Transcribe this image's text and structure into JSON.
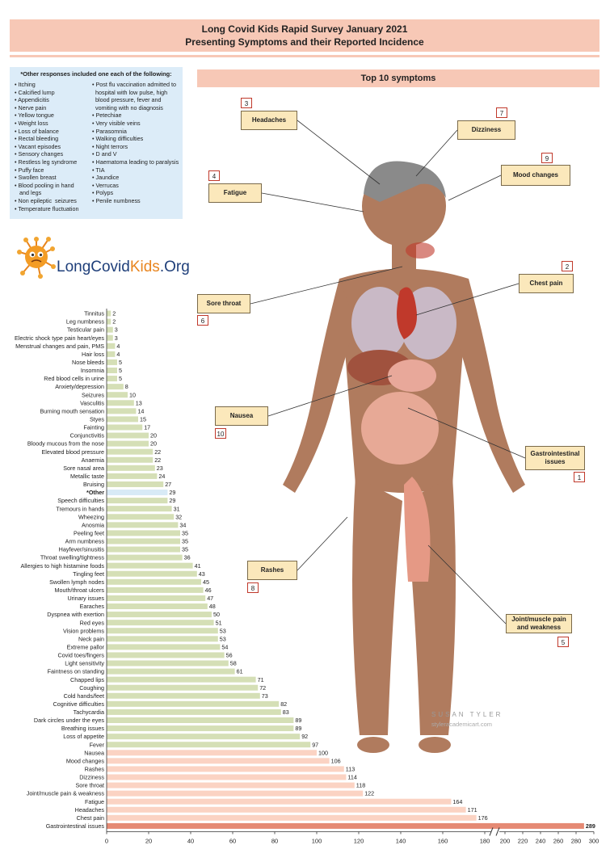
{
  "title": {
    "line1": "Long Covid Kids Rapid Survey January 2021",
    "line2": "Presenting Symptoms and their Reported Incidence"
  },
  "other_responses": {
    "heading": "*Other responses included one each of the following:",
    "col1": [
      "• Itching",
      "• Calcified lump",
      "• Appendicitis",
      "• Nerve pain",
      "• Yellow tongue",
      "• Weight loss",
      "• Loss of balance",
      "• Rectal bleeding",
      "• Vacant episodes",
      "• Sensory changes",
      "• Restless leg syndrome",
      "• Puffy face",
      "• Swollen breast",
      "• Blood pooling in hand",
      "   and legs",
      "• Non epileptic  seizures",
      "• Temperature fluctuation"
    ],
    "col2": [
      "• Post flu vaccination admitted to",
      "  hospital with low pulse, high",
      "  blood pressure, fever and",
      "  vomiting with no diagnosis",
      "• Petechiae",
      "• Very visible veins",
      "• Parasomnia",
      "• Walking difficulties",
      "• Night terrors",
      "• D and V",
      "• Haematoma leading to paralysis",
      "• TIA",
      "• Jaundice",
      "• Verrucas",
      "• Polyps",
      "• Penile numbness"
    ]
  },
  "logo": {
    "part1": "LongCovid",
    "part2": "Kids",
    "part3": ".Org"
  },
  "top10": {
    "heading": "Top 10 symptoms",
    "callouts": [
      {
        "label": "Headaches",
        "rank": "3"
      },
      {
        "label": "Dizziness",
        "rank": "7"
      },
      {
        "label": "Mood changes",
        "rank": "9"
      },
      {
        "label": "Fatigue",
        "rank": "4"
      },
      {
        "label": "Chest pain",
        "rank": "2"
      },
      {
        "label": "Sore throat",
        "rank": "6"
      },
      {
        "label": "Nausea",
        "rank": "10"
      },
      {
        "label": "Gastrointestinal issues",
        "rank": "1"
      },
      {
        "label": "Rashes",
        "rank": "8"
      },
      {
        "label": "Joint/muscle pain and weakness",
        "rank": "5"
      }
    ]
  },
  "credit": {
    "name": "SUSAN TYLER",
    "site": "styleracademicart.com"
  },
  "colors": {
    "green_bar": "#d5dfb6",
    "other_bar": "#d8eaf6",
    "salmon_light": "#fbd3c3",
    "salmon_dark": "#e58a74"
  },
  "chart_data": {
    "type": "bar",
    "orientation": "horizontal",
    "title": "",
    "xlabel": "",
    "ylabel": "",
    "xlim": [
      0,
      300
    ],
    "axis_break": [
      190,
      190
    ],
    "x_ticks": [
      "0",
      "20",
      "40",
      "60",
      "80",
      "100",
      "120",
      "140",
      "160",
      "180",
      "200",
      "220",
      "240",
      "260",
      "280",
      "300"
    ],
    "categories": [
      "Tinnitus",
      "Leg numbness",
      "Testicular pain",
      "Electric shock type pain heart/eyes",
      "Menstrual changes and pain, PMS",
      "Hair loss",
      "Nose bleeds",
      "Insomnia",
      "Red blood cells in urine",
      "Anxiety/depression",
      "Seizures",
      "Vasculitis",
      "Burning mouth sensation",
      "Styes",
      "Fainting",
      "Conjunctivitis",
      "Bloody mucous from the nose",
      "Elevated blood pressure",
      "Anaemia",
      "Sore nasal area",
      "Metallic taste",
      "Bruising",
      "*Other",
      "Speech difficulties",
      "Tremours in hands",
      "Wheezing",
      "Anosmia",
      "Peeling feet",
      "Arm numbness",
      "Hayfever/sinusitis",
      "Throat swelling/tightness",
      "Allergies to high histamine foods",
      "Tingling feet",
      "Swollen lymph nodes",
      "Mouth/throat ulcers",
      "Urinary issues",
      "Earaches",
      "Dyspnea with exertion",
      "Red eyes",
      "Vision problems",
      "Neck pain",
      "Extreme pallor",
      "Covid toes/fingers",
      "Light sensitivity",
      "Faintness on standing",
      "Chapped lips",
      "Coughing",
      "Cold hands/feet",
      "Cognitive difficulties",
      "Tachycardia",
      "Dark circles under the eyes",
      "Breathing issues",
      "Loss of appetite",
      "Fever",
      "Nausea",
      "Mood changes",
      "Rashes",
      "Dizziness",
      "Sore throat",
      "Joint/muscle pain & weakness",
      "Fatigue",
      "Headaches",
      "Chest pain",
      "Gastrointestinal issues"
    ],
    "values": [
      2,
      2,
      3,
      3,
      4,
      4,
      5,
      5,
      5,
      8,
      10,
      13,
      14,
      15,
      17,
      20,
      20,
      22,
      22,
      23,
      24,
      27,
      29,
      29,
      31,
      32,
      34,
      35,
      35,
      35,
      36,
      41,
      43,
      45,
      46,
      47,
      48,
      50,
      51,
      53,
      53,
      54,
      56,
      58,
      61,
      71,
      72,
      73,
      82,
      83,
      89,
      89,
      92,
      97,
      100,
      106,
      113,
      114,
      118,
      122,
      164,
      171,
      176,
      289
    ]
  }
}
